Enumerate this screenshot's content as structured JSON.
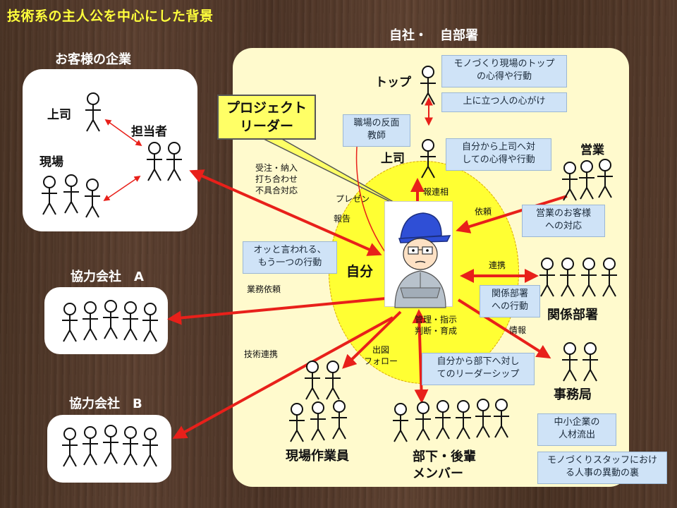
{
  "title": "技術系の主人公を中心にした背景",
  "customer": {
    "label": "お客様の企業",
    "boss": "上司",
    "manager": "担当者",
    "site": "現場"
  },
  "partner_a": {
    "label": "協力会社　A"
  },
  "partner_b": {
    "label": "協力会社　B"
  },
  "company": {
    "label": "自社・　自部署"
  },
  "callout": "プロジェクト\nリーダー",
  "nodes": {
    "top": "トップ",
    "boss": "上司",
    "self": "自分",
    "sales": "営業",
    "dept": "関係部署",
    "office": "事務局",
    "field_workers": "現場作業員",
    "subordinates": "部下・後輩\nメンバー"
  },
  "notes": {
    "top_mind": "モノづくり現場のトップ\nの心得や行動",
    "top_heart": "上に立つ人の心がけ",
    "mirror": "職場の反面\n教師",
    "to_boss": "自分から上司へ対\nしての心得や行動",
    "sales_customer": "営業のお客様\nへの対応",
    "surprise": "オッと言われる、\nもう一つの行動",
    "dept_action": "関係部署\nへの行動",
    "leadership": "自分から部下へ対し\nてのリーダーシップ",
    "talent": "中小企業の\n人材流出",
    "personnel": "モノづくりスタッフにおけ\nる人事の異動の裏"
  },
  "labels": {
    "order": "受注・納入\n打ち合わせ\n不具合対応",
    "present": "プレゼン",
    "report": "報告",
    "hourensou": "報連相",
    "request": "依頼",
    "coord": "連携",
    "info": "情報",
    "work_request": "業務依頼",
    "tech_coord": "技術連携",
    "followup": "出図\nフォロー",
    "manage": "管理・指示\n判断・育成"
  }
}
